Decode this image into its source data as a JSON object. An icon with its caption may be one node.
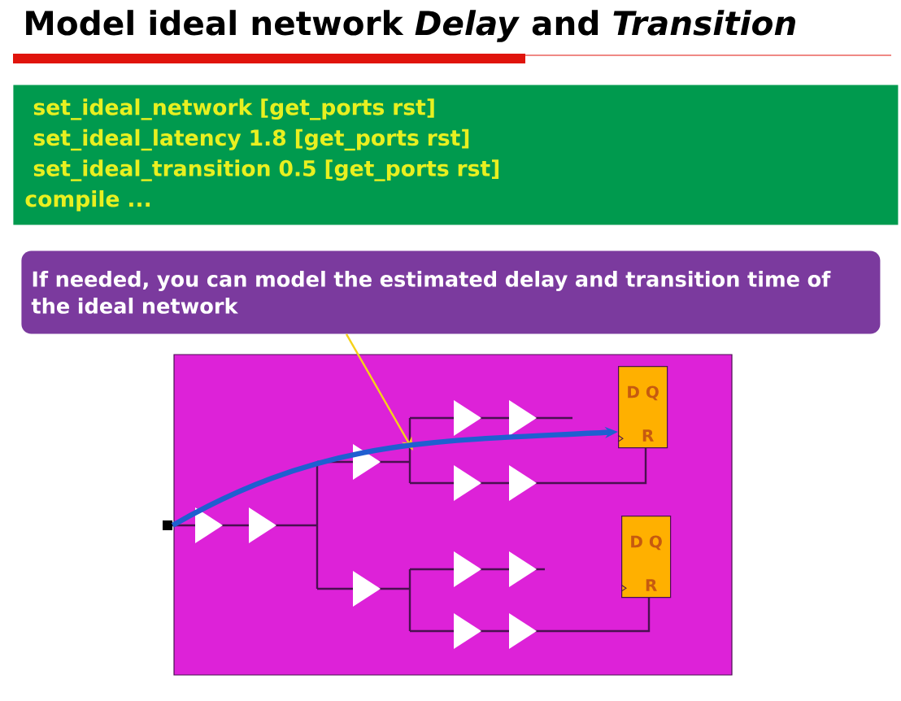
{
  "diagram": {
    "title": "Model ideal network *Delay* and *Transition*",
    "nodes": [
      {
        "text": [
          "set_ideal_network [get_ports  rst]",
          "set_ideal_latency 1.8  [get_ports rst]",
          "set_ideal_transition 0.5  [get_ports rst]",
          "compile ..."
        ]
      },
      {
        "text": [
          "If needed, you can model the estimated delay and transition time of the ideal network"
        ]
      },
      {
        "text": [
          "D Q",
          "R"
        ]
      },
      {
        "text": [],
        "shape": "box"
      },
      {
        "text": [
          "D Q",
          "R"
        ]
      }
    ],
    "edges": [
      {
        "from": 1,
        "to": null,
        "arrow": "to",
        "color": "#f5d21a"
      },
      {
        "from": 3,
        "to": 2,
        "arrow": "to",
        "style": "thick",
        "color": "#1f5fd0"
      }
    ]
  }
}
